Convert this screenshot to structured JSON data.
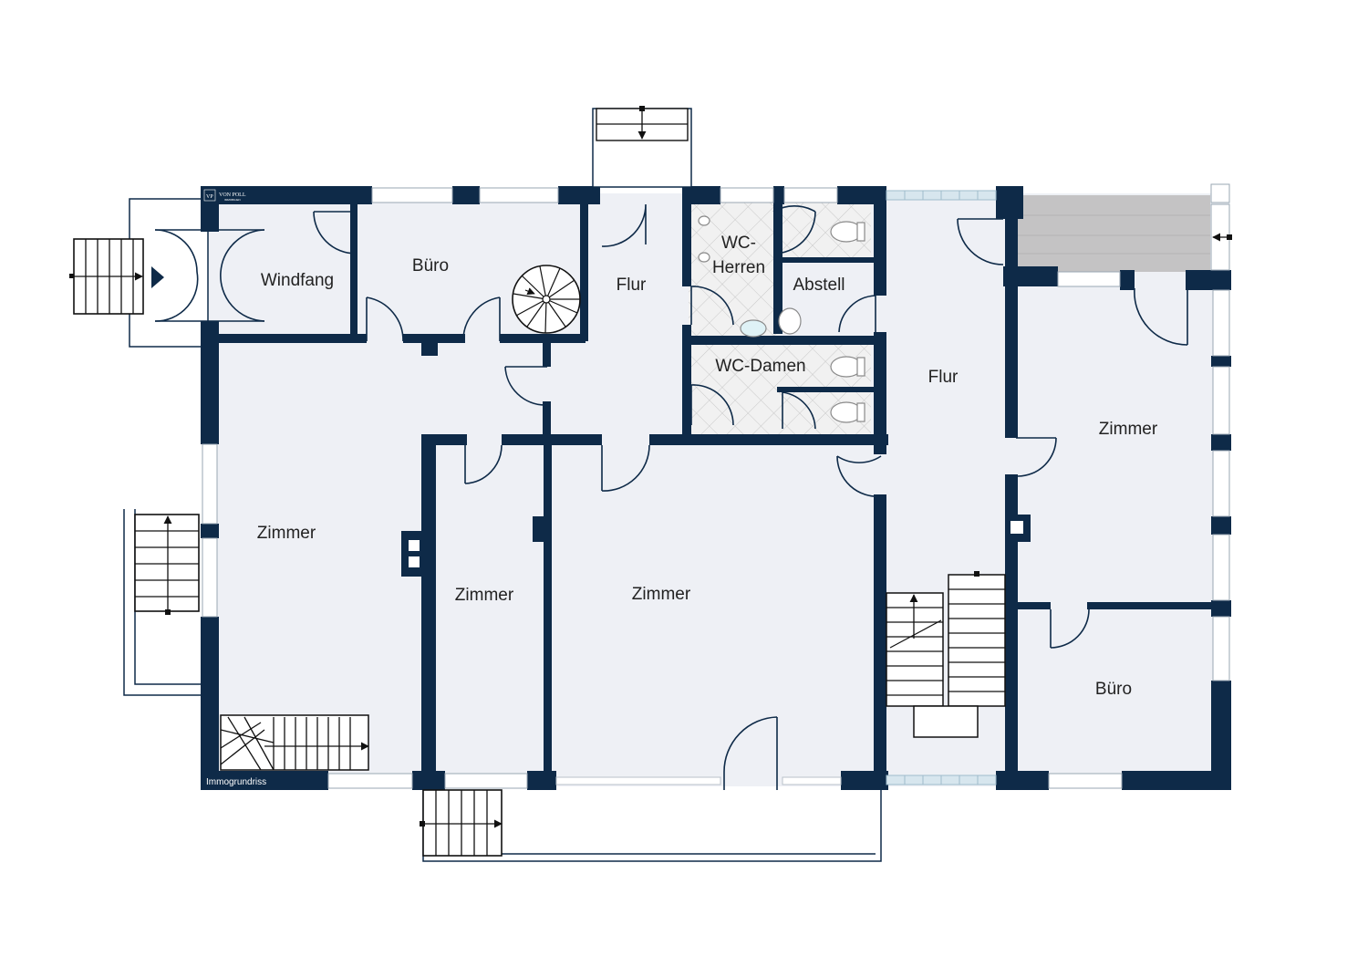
{
  "plan": {
    "rooms": {
      "windfang": "Windfang",
      "buero_left": "Büro",
      "flur_top": "Flur",
      "wc_herren_line1": "WC-",
      "wc_herren_line2": "Herren",
      "abstell": "Abstell",
      "wc_damen": "WC-Damen",
      "flur_right": "Flur",
      "zimmer_left": "Zimmer",
      "zimmer_middle": "Zimmer",
      "zimmer_center": "Zimmer",
      "zimmer_right": "Zimmer",
      "buero_right": "Büro"
    },
    "logo": {
      "monogram": "VP",
      "name": "VON POLL",
      "sub": "IMMOBILIEN"
    },
    "credit": "Immogrundriss",
    "colors": {
      "wall": "#0e2a48",
      "floor": "#eef0f5",
      "tile": "#e4e4e4",
      "deck": "#c4c3c4",
      "window": "#d7e6ee"
    }
  }
}
